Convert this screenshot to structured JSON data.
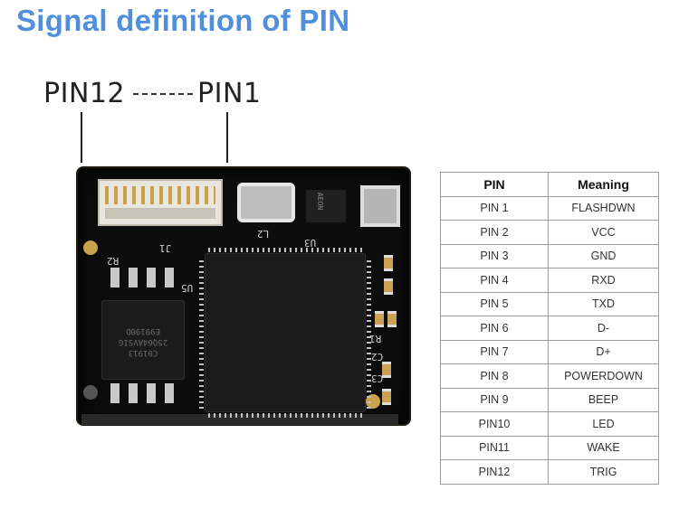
{
  "title": "Signal definition of PIN",
  "diagram": {
    "pin_left_label": "PIN12",
    "pin_right_label": "PIN1"
  },
  "board": {
    "silkscreen": [
      "J1",
      "L2",
      "U3",
      "R2",
      "U5",
      "R1",
      "C2",
      "C3"
    ],
    "flash_chip_text": [
      "C01913",
      "25Q64AVSIG",
      "E99190D"
    ]
  },
  "table": {
    "headers": [
      "PIN",
      "Meaning"
    ],
    "rows": [
      [
        "PIN 1",
        "FLASHDWN"
      ],
      [
        "PIN 2",
        "VCC"
      ],
      [
        "PIN 3",
        "GND"
      ],
      [
        "PIN 4",
        "RXD"
      ],
      [
        "PIN 5",
        "TXD"
      ],
      [
        "PIN 6",
        "D-"
      ],
      [
        "PIN 7",
        "D+"
      ],
      [
        "PIN 8",
        "POWERDOWN"
      ],
      [
        "PIN 9",
        "BEEP"
      ],
      [
        "PIN10",
        "LED"
      ],
      [
        "PIN11",
        "WAKE"
      ],
      [
        "PIN12",
        "TRIG"
      ]
    ]
  }
}
